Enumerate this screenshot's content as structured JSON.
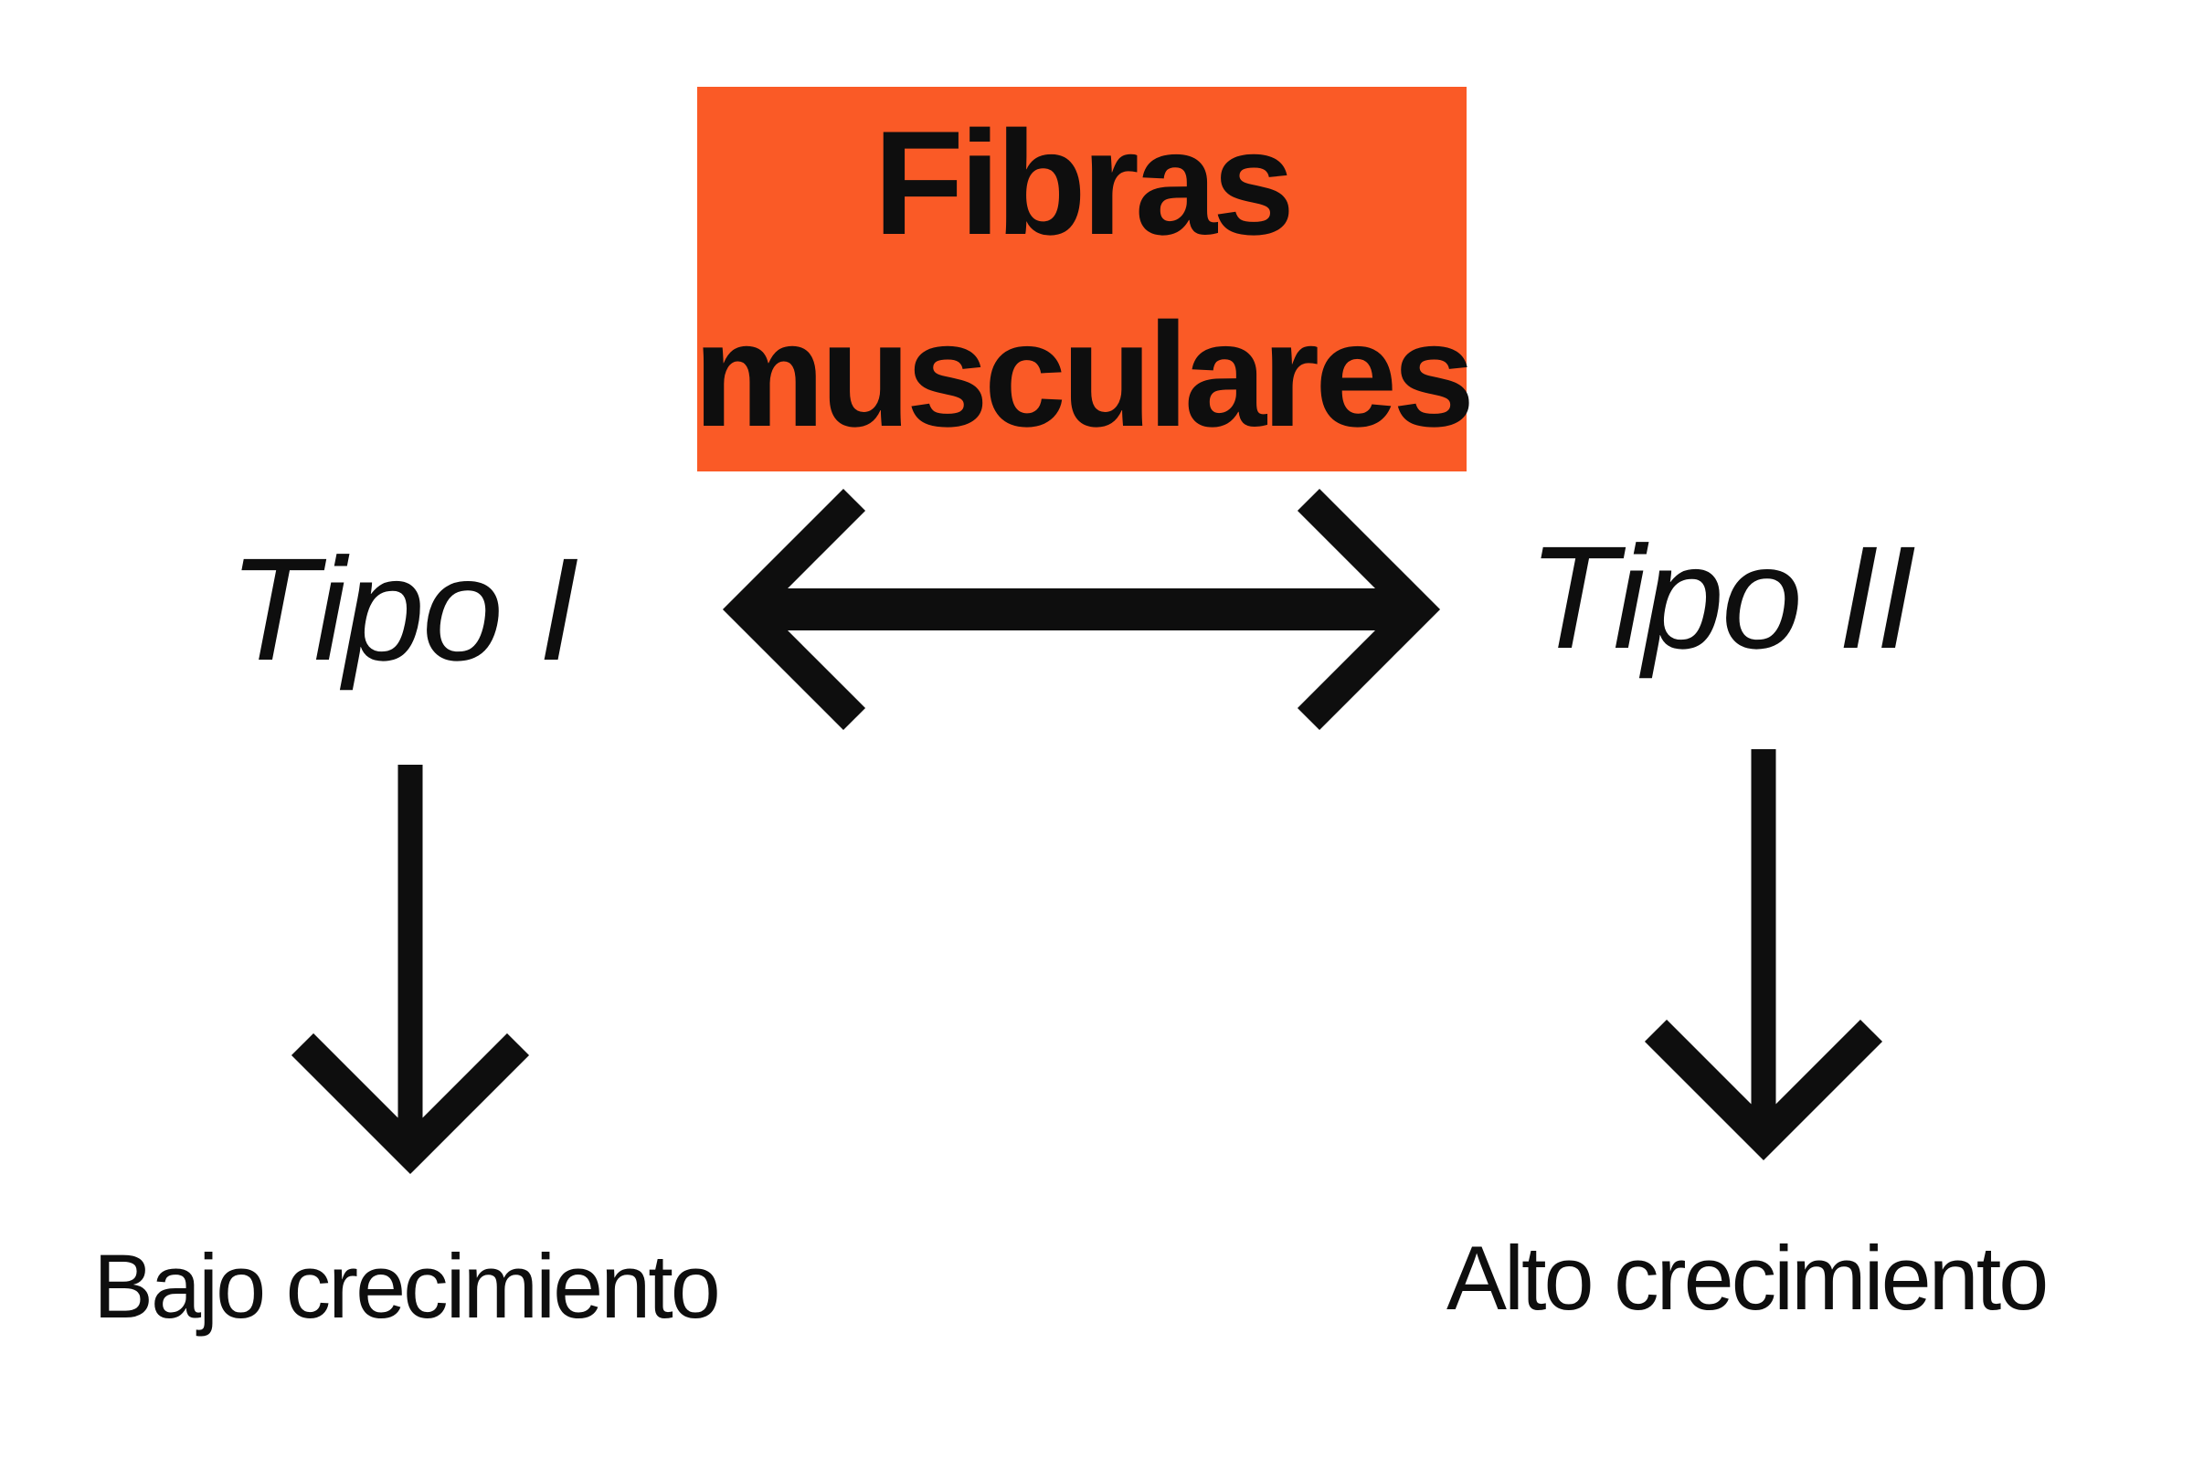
{
  "colors": {
    "highlight_box": "#FA5A26",
    "ink": "#0E0E0E",
    "background": "#FFFFFF"
  },
  "diagram": {
    "root": {
      "title_lines": [
        "Fibras",
        "musculares"
      ],
      "title_text": "Fibras musculares"
    },
    "relation_icon": "left-right-arrow",
    "branch_icon": "down-arrow",
    "left_branch": {
      "type_label": "Tipo I",
      "outcome_label": "Bajo crecimiento"
    },
    "right_branch": {
      "type_label": "Tipo II",
      "outcome_label": "Alto crecimiento"
    }
  }
}
